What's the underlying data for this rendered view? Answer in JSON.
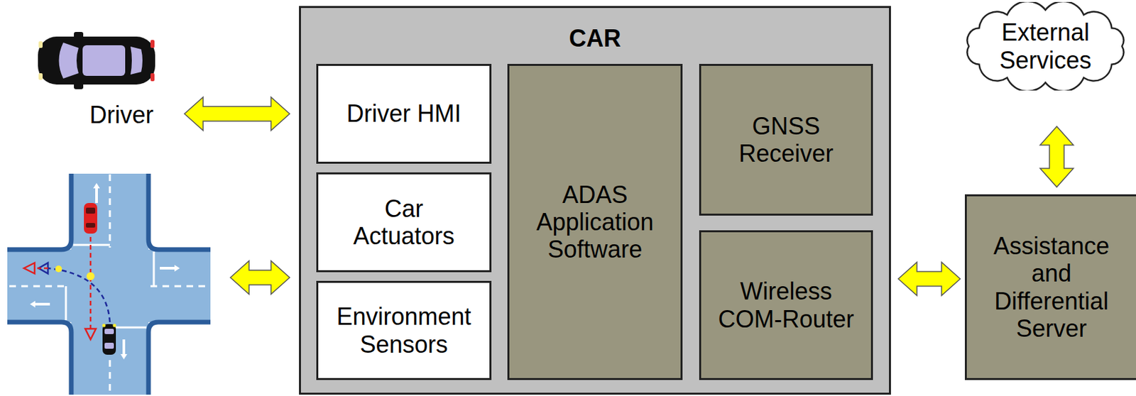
{
  "diagram": {
    "nodes": [
      {
        "text": [
          "Driver"
        ]
      },
      {
        "text": [
          "CAR"
        ]
      },
      {
        "text": [
          "Driver HMI"
        ],
        "in": 1
      },
      {
        "text": [
          "Car Actuators"
        ],
        "in": 1
      },
      {
        "text": [
          "Environment Sensors"
        ],
        "in": 1
      },
      {
        "text": [
          "ADAS Application Software"
        ],
        "in": 1
      },
      {
        "text": [
          "GNSS Receiver"
        ],
        "in": 1
      },
      {
        "text": [
          "Wireless COM-Router"
        ],
        "in": 1
      },
      {
        "text": [
          "External Services"
        ]
      },
      {
        "text": [
          "Assistance and Differential Server"
        ]
      }
    ],
    "edges": [
      {
        "from": 0,
        "to": 1,
        "arrow": "both"
      },
      {
        "from": 8,
        "to": 9,
        "arrow": "both"
      },
      {
        "from": 1,
        "to": 9,
        "arrow": "both"
      }
    ]
  }
}
